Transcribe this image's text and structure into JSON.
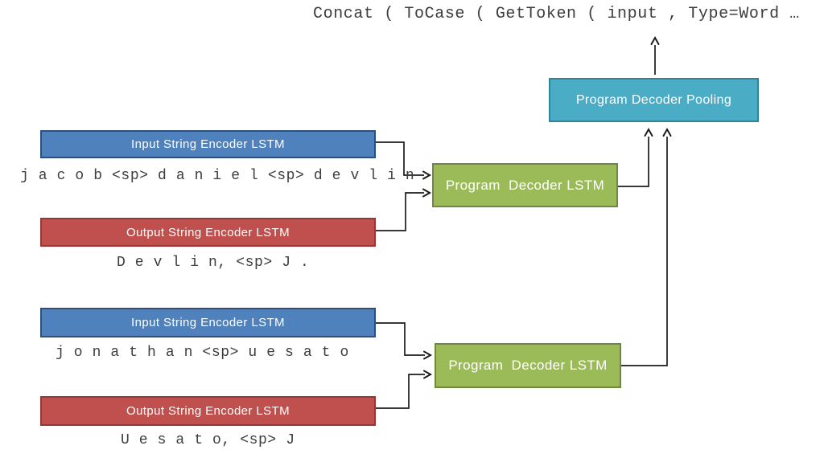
{
  "program_output": "Concat ( ToCase ( GetToken ( input , Type=Word …",
  "pooling": {
    "label": "Program Decoder Pooling"
  },
  "examples": [
    {
      "input_encoder_label": "Input String Encoder LSTM",
      "input_string": "j a c o b <sp> d a n i e l <sp> d e v l i n",
      "output_encoder_label": "Output String Encoder LSTM",
      "output_string": "D e v l i n, <sp> J .",
      "decoder_label": "Program  Decoder LSTM"
    },
    {
      "input_encoder_label": "Input String Encoder LSTM",
      "input_string": "j o n a t h a n <sp> u e s a t o",
      "output_encoder_label": "Output String Encoder LSTM",
      "output_string": "U e s a t o, <sp> J",
      "decoder_label": "Program  Decoder LSTM"
    }
  ],
  "colors": {
    "input_encoder_fill": "#4F81BD",
    "input_encoder_border": "#2E4E7E",
    "output_encoder_fill": "#C0504D",
    "output_encoder_border": "#953735",
    "decoder_fill": "#9BBB59",
    "decoder_border": "#71893F",
    "pooling_fill": "#4BACC6",
    "pooling_border": "#31859B",
    "connector": "#1c1c1c",
    "mono_text": "#3d3d3d",
    "box_text": "#ffffff"
  }
}
